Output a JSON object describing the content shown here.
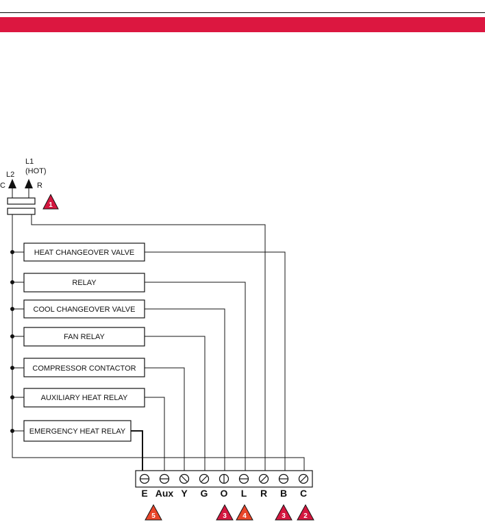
{
  "source_labels": {
    "l1": "L1",
    "hot": "(HOT)",
    "l2": "L2",
    "c": "C",
    "r": "R"
  },
  "devices": [
    "HEAT CHANGEOVER VALVE",
    "RELAY",
    "COOL CHANGEOVER VALVE",
    "FAN RELAY",
    "COMPRESSOR CONTACTOR",
    "AUXILIARY HEAT RELAY",
    "EMERGENCY HEAT RELAY"
  ],
  "terminals": [
    "E",
    "Aux",
    "Y",
    "G",
    "O",
    "L",
    "R",
    "B",
    "C"
  ],
  "notes": {
    "transformer": "1",
    "term_e": "5",
    "term_o": "3",
    "term_l": "4",
    "term_b": "3",
    "term_c": "2"
  },
  "colors": {
    "banner": "#dc1740",
    "note_red": "#d4173f",
    "note_orange": "#e8452a"
  }
}
